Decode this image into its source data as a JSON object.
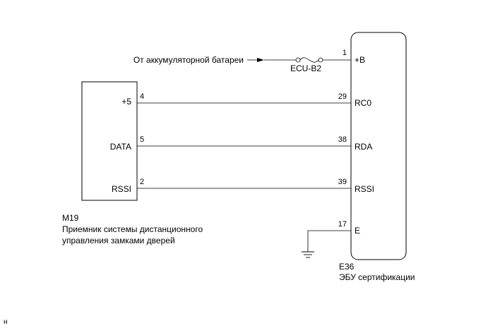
{
  "power_source": {
    "label": "От аккумуляторной батареи",
    "fuse": "ECU-B2"
  },
  "receiver": {
    "code": "M19",
    "name_line1": "Приемник системы дистанционного",
    "name_line2": "управления замками дверей",
    "pins": [
      {
        "pin": "4",
        "signal": "+5"
      },
      {
        "pin": "5",
        "signal": "DATA"
      },
      {
        "pin": "2",
        "signal": "RSSI"
      }
    ]
  },
  "ecu": {
    "code": "E36",
    "name": "ЭБУ сертификации",
    "pins": [
      {
        "pin": "1",
        "signal": "+B"
      },
      {
        "pin": "29",
        "signal": "RC0"
      },
      {
        "pin": "38",
        "signal": "RDA"
      },
      {
        "pin": "39",
        "signal": "RSSI"
      },
      {
        "pin": "17",
        "signal": "E"
      }
    ]
  },
  "footer": {
    "mark": "н"
  }
}
